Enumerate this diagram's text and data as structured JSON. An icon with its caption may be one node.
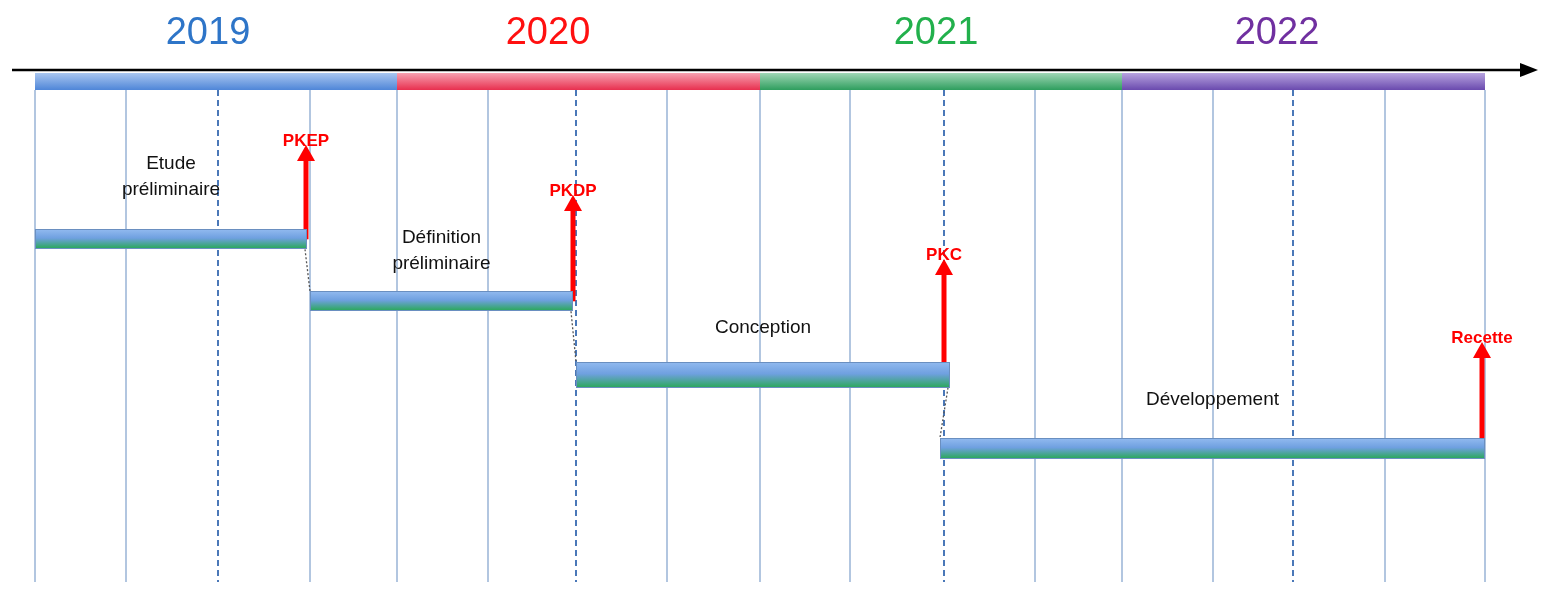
{
  "diagram": {
    "nodes": [
      {
        "text": [
          "Etude préliminaire"
        ]
      },
      {
        "text": [
          "PKEP"
        ]
      },
      {
        "text": [
          "Définition préliminaire"
        ]
      },
      {
        "text": [
          "PKDP"
        ]
      },
      {
        "text": [
          "Conception"
        ]
      },
      {
        "text": [
          "PKC"
        ]
      },
      {
        "text": [
          "Développement"
        ]
      },
      {
        "text": [
          "Recette"
        ]
      }
    ],
    "edges": [
      {
        "from": 0,
        "to": 1,
        "arrow": "to"
      },
      {
        "from": 0,
        "to": 2,
        "arrow": "none",
        "style": "dashed",
        "color": "#555555"
      },
      {
        "from": 2,
        "to": 3,
        "arrow": "to"
      },
      {
        "from": 2,
        "to": 4,
        "arrow": "none",
        "style": "dashed",
        "color": "#555555"
      },
      {
        "from": 4,
        "to": 5,
        "arrow": "to"
      },
      {
        "from": 4,
        "to": 6,
        "arrow": "none",
        "style": "dashed",
        "color": "#555555"
      },
      {
        "from": 6,
        "to": 7,
        "arrow": "to"
      }
    ],
    "labels": [
      "2019",
      "2020",
      "2021",
      "2022"
    ]
  }
}
